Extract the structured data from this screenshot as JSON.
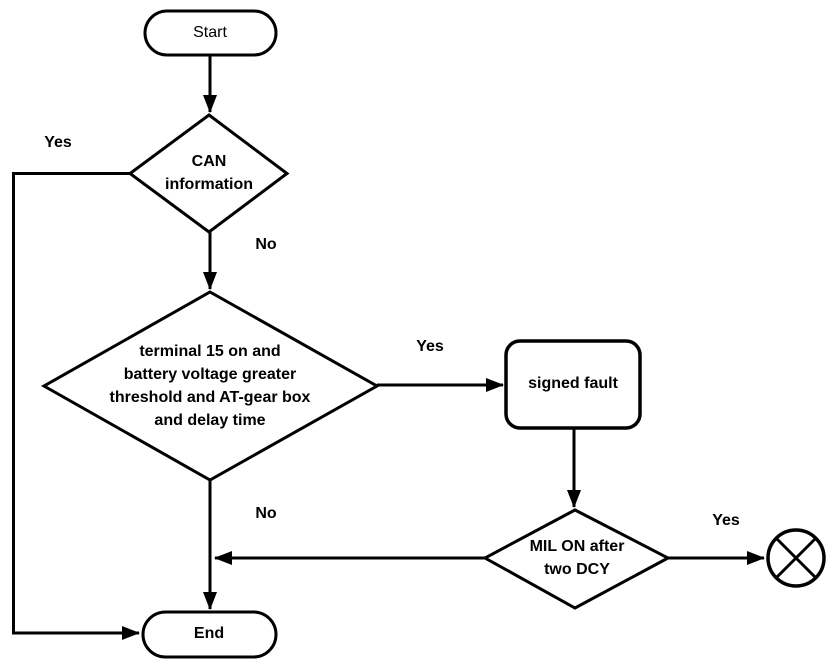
{
  "diagram": {
    "type": "flowchart",
    "colors": {
      "background": "#ffffff",
      "line": "#000000",
      "text": "#000000"
    },
    "nodes": {
      "start": {
        "type": "terminator",
        "label": "Start"
      },
      "can_decision": {
        "type": "decision",
        "label_lines": [
          "CAN",
          "information"
        ]
      },
      "condition_decision": {
        "type": "decision",
        "label_lines": [
          "terminal 15 on and",
          "battery voltage greater",
          "threshold and AT-gear box",
          "and delay time"
        ]
      },
      "signed_fault": {
        "type": "process",
        "label": "signed fault"
      },
      "mil_decision": {
        "type": "decision",
        "label_lines": [
          "MIL ON after",
          "two DCY"
        ]
      },
      "end": {
        "type": "terminator",
        "label": "End"
      },
      "terminal_connector": {
        "type": "connector",
        "icon": "circle-x-icon"
      }
    },
    "edge_labels": {
      "can_yes": "Yes",
      "can_no": "No",
      "condition_yes": "Yes",
      "condition_no": "No",
      "mil_yes": "Yes"
    }
  }
}
